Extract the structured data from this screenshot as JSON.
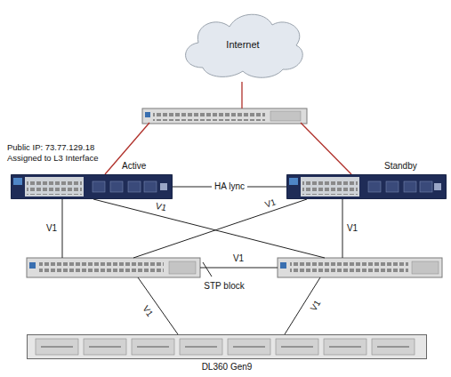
{
  "diagram": {
    "nodes": [
      {
        "text": [
          "Internet"
        ]
      },
      {
        "text": [
          "Active"
        ]
      },
      {
        "text": [
          "Standby"
        ]
      },
      {
        "text": [
          "DL360 Gen9"
        ]
      }
    ],
    "edges": [
      {
        "from": 1,
        "to": 2,
        "arrow": "none",
        "label": "HA lync"
      }
    ],
    "labels": [
      "Public IP: 73.77.129.18 Assigned to L3 Interface",
      "V1",
      "V1",
      "V1",
      "V1",
      "V1",
      "V1",
      "V1",
      "STP block"
    ]
  }
}
